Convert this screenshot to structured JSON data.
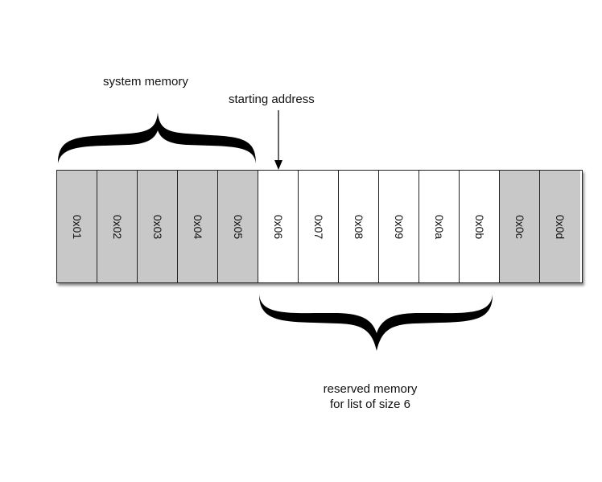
{
  "labels": {
    "system_memory": "system memory",
    "starting_address": "starting address",
    "reserved_memory_line1": "reserved memory",
    "reserved_memory_line2": "for list of size 6"
  },
  "memory_cells": [
    {
      "address": "0x01",
      "kind": "system"
    },
    {
      "address": "0x02",
      "kind": "system"
    },
    {
      "address": "0x03",
      "kind": "system"
    },
    {
      "address": "0x04",
      "kind": "system"
    },
    {
      "address": "0x05",
      "kind": "system"
    },
    {
      "address": "0x06",
      "kind": "reserved"
    },
    {
      "address": "0x07",
      "kind": "reserved"
    },
    {
      "address": "0x08",
      "kind": "reserved"
    },
    {
      "address": "0x09",
      "kind": "reserved"
    },
    {
      "address": "0x0a",
      "kind": "reserved"
    },
    {
      "address": "0x0b",
      "kind": "reserved"
    },
    {
      "address": "0x0c",
      "kind": "system"
    },
    {
      "address": "0x0d",
      "kind": "system"
    }
  ],
  "colors": {
    "system_cell": "#c8c8c8",
    "reserved_cell": "#ffffff",
    "outline": "#222222"
  }
}
